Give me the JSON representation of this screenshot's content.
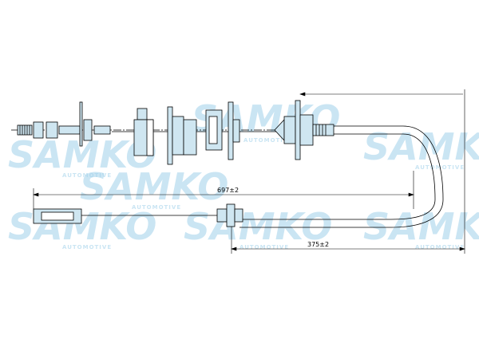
{
  "watermark": {
    "brand": "SAMKO",
    "sub": "AUTOMOTIVE",
    "color": "#9fd0ea"
  },
  "dimensions": {
    "overall_length": "697±2",
    "sheath_length": "375±2"
  },
  "colors": {
    "line": "#000000",
    "part_fill": "#cfe6f1",
    "background": "#ffffff"
  }
}
